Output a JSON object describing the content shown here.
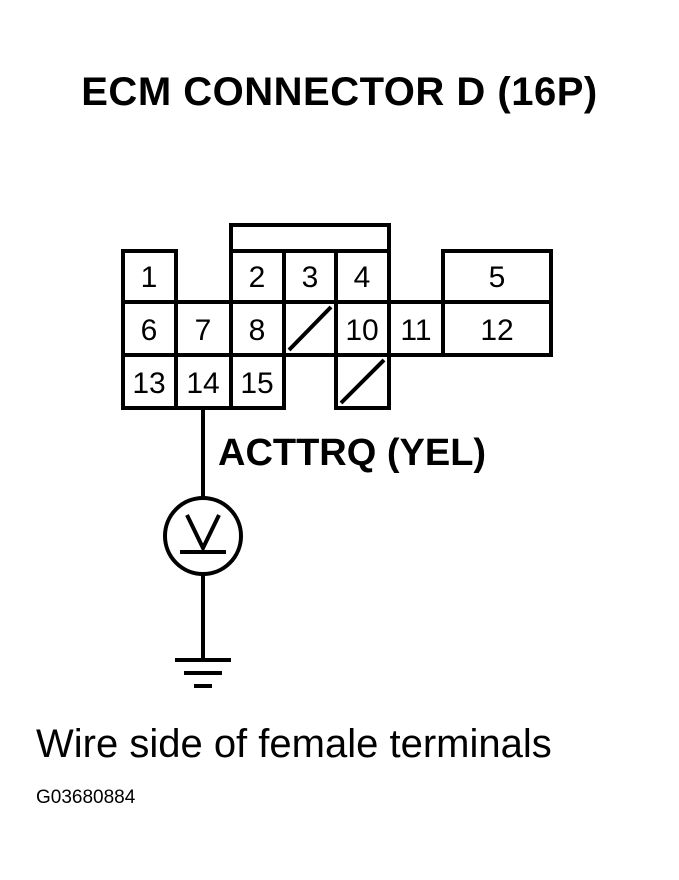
{
  "title": "ECM CONNECTOR D (16P)",
  "wire_label": "ACTTRQ (YEL)",
  "caption": "Wire side of female terminals",
  "figure_id": "G03680884",
  "connector": {
    "pins": [
      "1",
      "2",
      "3",
      "4",
      "5",
      "6",
      "7",
      "8",
      "10",
      "11",
      "12",
      "13",
      "14",
      "15"
    ],
    "probed_pin": "14"
  },
  "icons": [
    "voltmeter-icon",
    "ground-icon"
  ],
  "colors": {
    "line": "#000000",
    "background": "#ffffff"
  }
}
